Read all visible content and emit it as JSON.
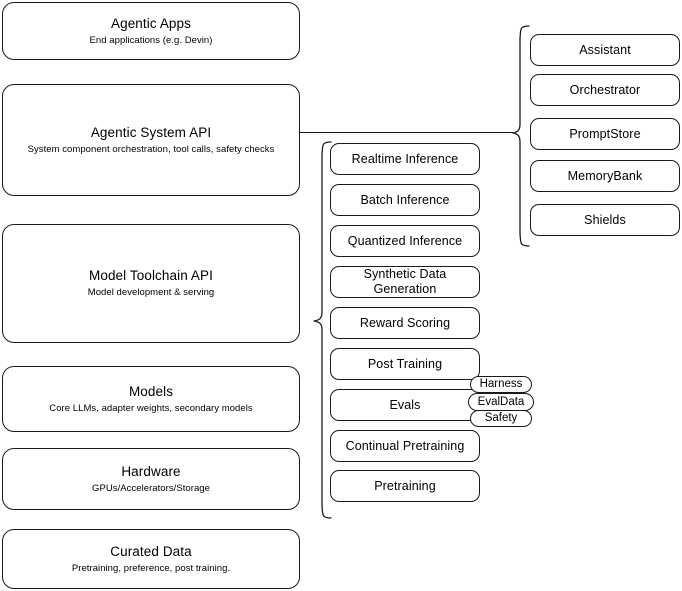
{
  "diagram": {
    "title": "AI stack layers diagram",
    "stroke_color": "#1a1a1a",
    "background": "#ffffff"
  },
  "left_stack": {
    "items": [
      {
        "title": "Agentic Apps",
        "subtitle": "End applications (e.g. Devin)"
      },
      {
        "title": "Agentic System API",
        "subtitle": "System component orchestration, tool calls, safety checks"
      },
      {
        "title": "Model Toolchain API",
        "subtitle": "Model development & serving"
      },
      {
        "title": "Models",
        "subtitle": "Core LLMs, adapter weights, secondary models"
      },
      {
        "title": "Hardware",
        "subtitle": "GPUs/Accelerators/Storage"
      },
      {
        "title": "Curated Data",
        "subtitle": "Pretraining, preference, post training."
      }
    ]
  },
  "middle_column": {
    "items": [
      {
        "label": "Realtime Inference"
      },
      {
        "label": "Batch Inference"
      },
      {
        "label": "Quantized Inference"
      },
      {
        "label": "Synthetic Data Generation"
      },
      {
        "label": "Reward Scoring"
      },
      {
        "label": "Post Training"
      },
      {
        "label": "Evals"
      },
      {
        "label": "Continual Pretraining"
      },
      {
        "label": "Pretraining"
      }
    ]
  },
  "right_column": {
    "items": [
      {
        "label": "Assistant"
      },
      {
        "label": "Orchestrator"
      },
      {
        "label": "PromptStore"
      },
      {
        "label": "MemoryBank"
      },
      {
        "label": "Shields"
      }
    ]
  },
  "eval_pills": {
    "items": [
      {
        "label": "Harness"
      },
      {
        "label": "EvalData"
      },
      {
        "label": "Safety"
      }
    ]
  }
}
